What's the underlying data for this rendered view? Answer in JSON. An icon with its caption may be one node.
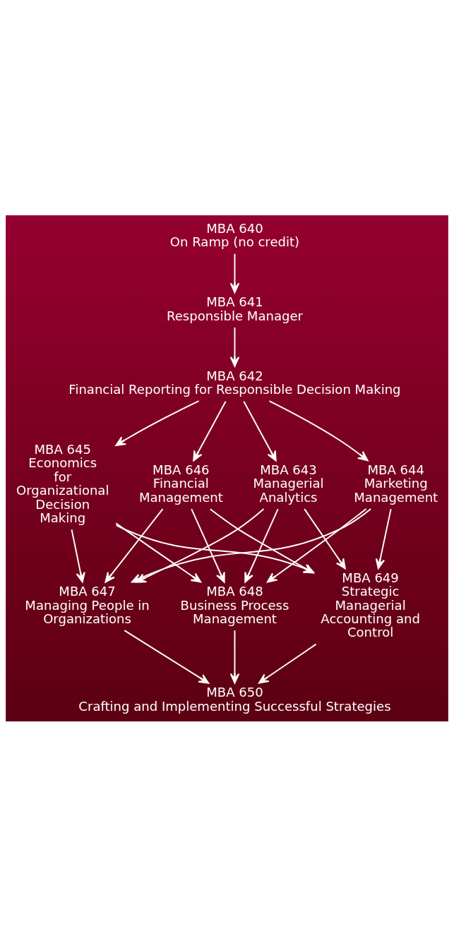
{
  "diagram": {
    "nodes": [
      {
        "text": [
          "MBA 640",
          "On Ramp (no credit)"
        ]
      },
      {
        "text": [
          "MBA 641",
          "Responsible Manager"
        ]
      },
      {
        "text": [
          "MBA 642",
          "Financial Reporting for Responsible Decision Making"
        ]
      },
      {
        "text": [
          "MBA 643",
          "Managerial Analytics"
        ]
      },
      {
        "text": [
          "MBA 644",
          "Marketing Management"
        ]
      },
      {
        "text": [
          "MBA 645",
          "Economics for Organizational Decision Making"
        ]
      },
      {
        "text": [
          "MBA 646",
          "Financial Management"
        ]
      },
      {
        "text": [
          "MBA 647",
          "Managing People in Organizations"
        ]
      },
      {
        "text": [
          "MBA 648",
          "Business Process Management"
        ]
      },
      {
        "text": [
          "MBA 649",
          "Strategic Managerial Accounting and Control"
        ]
      },
      {
        "text": [
          "MBA 650",
          "Crafting and Implementing Successful Strategies"
        ]
      }
    ],
    "edges": [
      {
        "from": 0,
        "to": 1,
        "arrow": "to"
      },
      {
        "from": 1,
        "to": 2,
        "arrow": "to"
      },
      {
        "from": 2,
        "to": 3,
        "arrow": "to"
      },
      {
        "from": 2,
        "to": 4,
        "arrow": "to"
      },
      {
        "from": 2,
        "to": 5,
        "arrow": "to"
      },
      {
        "from": 2,
        "to": 6,
        "arrow": "to"
      },
      {
        "from": 3,
        "to": 7,
        "arrow": "to"
      },
      {
        "from": 3,
        "to": 8,
        "arrow": "to"
      },
      {
        "from": 3,
        "to": 9,
        "arrow": "to"
      },
      {
        "from": 4,
        "to": 7,
        "arrow": "to"
      },
      {
        "from": 4,
        "to": 8,
        "arrow": "to"
      },
      {
        "from": 4,
        "to": 9,
        "arrow": "to"
      },
      {
        "from": 5,
        "to": 7,
        "arrow": "to"
      },
      {
        "from": 5,
        "to": 8,
        "arrow": "to"
      },
      {
        "from": 5,
        "to": 9,
        "arrow": "to"
      },
      {
        "from": 6,
        "to": 7,
        "arrow": "to"
      },
      {
        "from": 6,
        "to": 8,
        "arrow": "to"
      },
      {
        "from": 6,
        "to": 9,
        "arrow": "to"
      },
      {
        "from": 7,
        "to": 10,
        "arrow": "to"
      },
      {
        "from": 8,
        "to": 10,
        "arrow": "to"
      },
      {
        "from": 9,
        "to": 10,
        "arrow": "to"
      }
    ]
  }
}
